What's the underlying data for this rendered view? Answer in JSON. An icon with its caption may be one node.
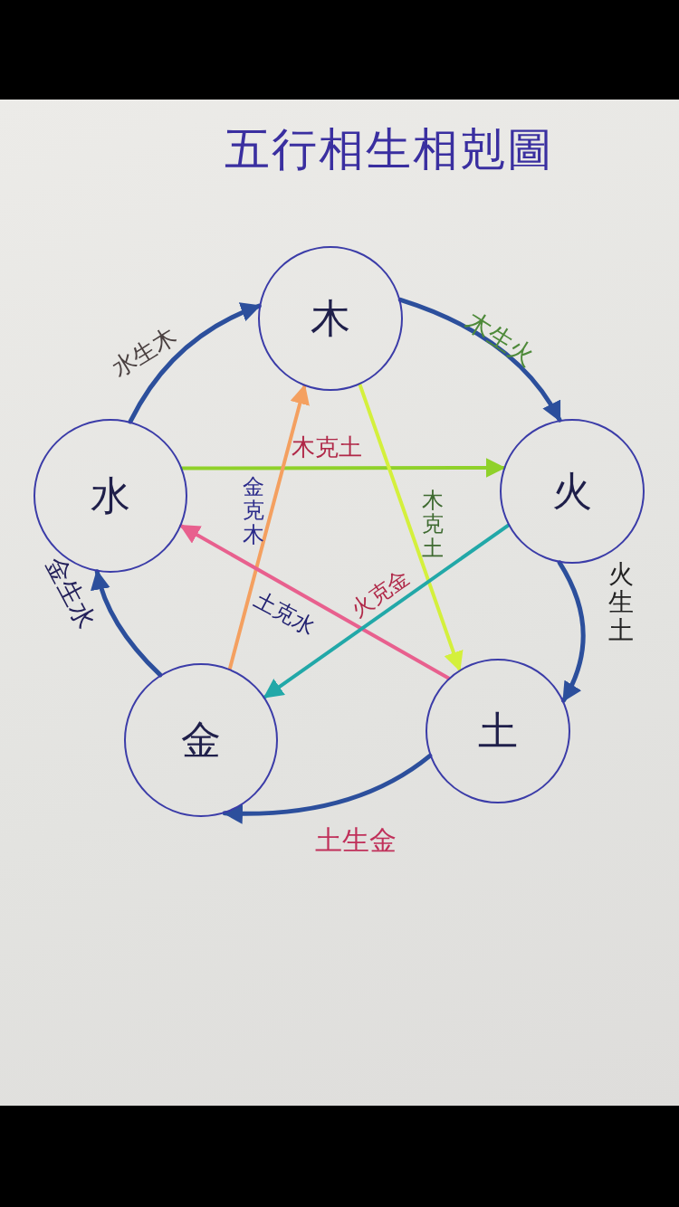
{
  "diagram": {
    "title": "五行相生相剋圖",
    "nodes": [
      {
        "text": [
          "木"
        ]
      },
      {
        "text": [
          "火"
        ]
      },
      {
        "text": [
          "土"
        ]
      },
      {
        "text": [
          "金"
        ]
      },
      {
        "text": [
          "水"
        ]
      }
    ],
    "edges": [
      {
        "from": 4,
        "to": 0,
        "arrow": "to",
        "label": "水生木"
      },
      {
        "from": 0,
        "to": 1,
        "arrow": "to",
        "label": "木生火"
      },
      {
        "from": 1,
        "to": 2,
        "arrow": "to",
        "label": "火生土"
      },
      {
        "from": 2,
        "to": 3,
        "arrow": "to",
        "label": "土生金"
      },
      {
        "from": 3,
        "to": 4,
        "arrow": "to",
        "label": "金生水"
      },
      {
        "from": 4,
        "to": 1,
        "arrow": "to",
        "label": "木克土",
        "color": "#8fd12a"
      },
      {
        "from": 0,
        "to": 2,
        "arrow": "to",
        "label": "木克土",
        "color": "#d4f03c"
      },
      {
        "from": 3,
        "to": 0,
        "arrow": "to",
        "label": "金克木",
        "color": "#f4a060"
      },
      {
        "from": 2,
        "to": 4,
        "arrow": "to",
        "label": "土克水",
        "color": "#e8608e"
      },
      {
        "from": 1,
        "to": 3,
        "arrow": "to",
        "label": "火克金",
        "color": "#22a8a8"
      }
    ]
  }
}
